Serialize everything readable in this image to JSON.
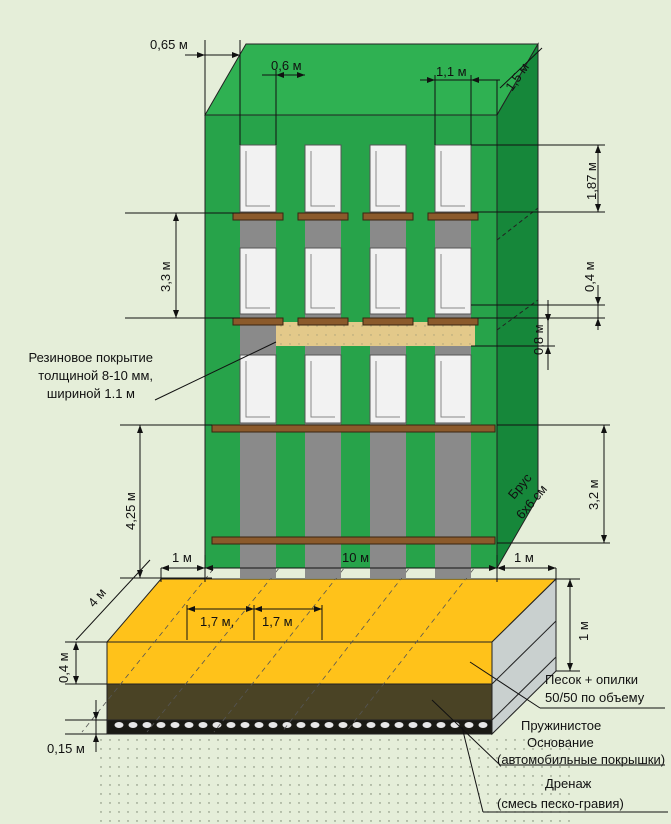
{
  "dimensions": {
    "post_offset": "0,65 м",
    "post_width": "0,6 м",
    "post_gap": "1,1 м",
    "depth": "1,5 м",
    "top_height": "1,87 м",
    "bay_height": "3,3 м",
    "window_gap": "0,4 м",
    "rubber_height": "0,8 м",
    "lower_height": "4,25 м",
    "lower_right_height": "3,2 м",
    "side_margin_left": "1 м",
    "total_width": "10 м",
    "side_margin_right": "1 м",
    "base_depth": "4 м",
    "spacing_a": "1,7 м,",
    "spacing_b": "1,7 м",
    "base_height": "1 м",
    "sand_layer": "0,4 м",
    "drain_layer": "0,15 м"
  },
  "labels": {
    "rubber_l1": "Резиновое покрытие",
    "rubber_l2": "толщиной 8-10 мм,",
    "rubber_l3": "шириной 1.1 м",
    "beam_l1": "Брус",
    "beam_l2": "6х6 см",
    "sand_l1": "Песок + опилки",
    "sand_l2": "50/50 по объему",
    "spring_l1": "Пружинистое",
    "spring_l2": "Основание",
    "spring_l3": "(автомобильные покрышки)",
    "drain_l1": "Дренаж",
    "drain_l2": "(смесь песко-гравия)"
  },
  "colors": {
    "background": "#e5eed9",
    "structure_front": "#27a34a",
    "structure_side": "#16873a",
    "structure_top": "#2fb152",
    "sand": "#ffc21a",
    "spring_layer": "#4a4325",
    "drain_layer": "#1a1a14",
    "beam": "#8b5a2b",
    "post": "#8a8a8a",
    "rubber": "#e3c98a",
    "window": "#f2f2f2"
  }
}
